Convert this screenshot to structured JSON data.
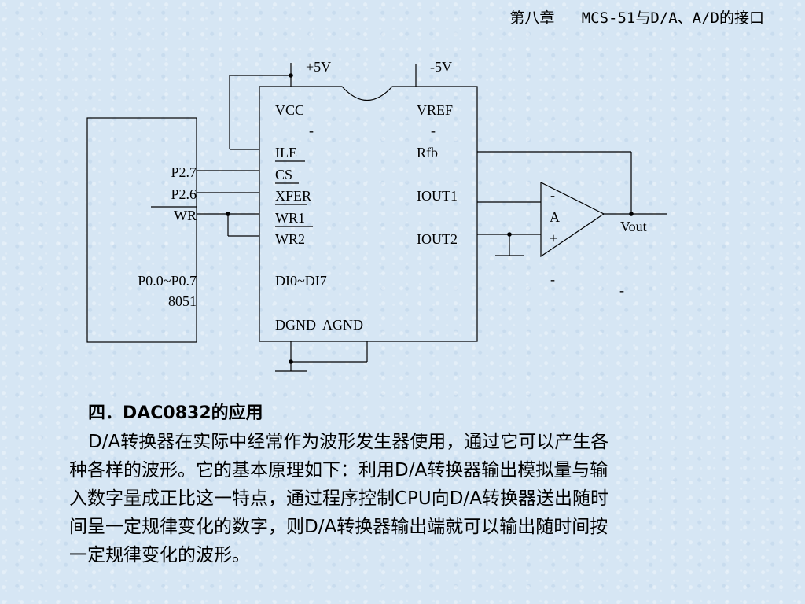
{
  "header": {
    "chapter": "第八章   MCS-51与D/A、A/D的接口"
  },
  "diagram": {
    "supply_pos": "+5V",
    "supply_neg": "-5V",
    "mcu_pins": {
      "p27": "P2.7",
      "p26": "P2.6",
      "wr": "WR",
      "p0": "P0.0~P0.7",
      "name": "8051"
    },
    "dac_left": {
      "vcc": "VCC",
      "ile": "ILE",
      "cs": "CS",
      "xfer": "XFER",
      "wr1": "WR1",
      "wr2": "WR2",
      "di": "DI0~DI7",
      "gnd": "DGND  AGND"
    },
    "dac_right": {
      "vref": "VREF",
      "rfb": "Rfb",
      "iout1": "IOUT1",
      "iout2": "IOUT2"
    },
    "opamp": {
      "minus": "-",
      "label": "A",
      "plus": "+"
    },
    "vout": "Vout",
    "dash": "-"
  },
  "section": {
    "title": "四．DAC0832的应用"
  },
  "paragraph": {
    "lines": [
      "D/A转换器在实际中经常作为波形发生器使用，通过它可以产生各",
      "种各样的波形。它的基本原理如下：利用D/A转换器输出模拟量与输",
      "入数字量成正比这一特点，通过程序控制CPU向D/A转换器送出随时",
      "间呈一定规律变化的数字，则D/A转换器输出端就可以输出随时间按",
      "一定规律变化的波形。"
    ]
  }
}
